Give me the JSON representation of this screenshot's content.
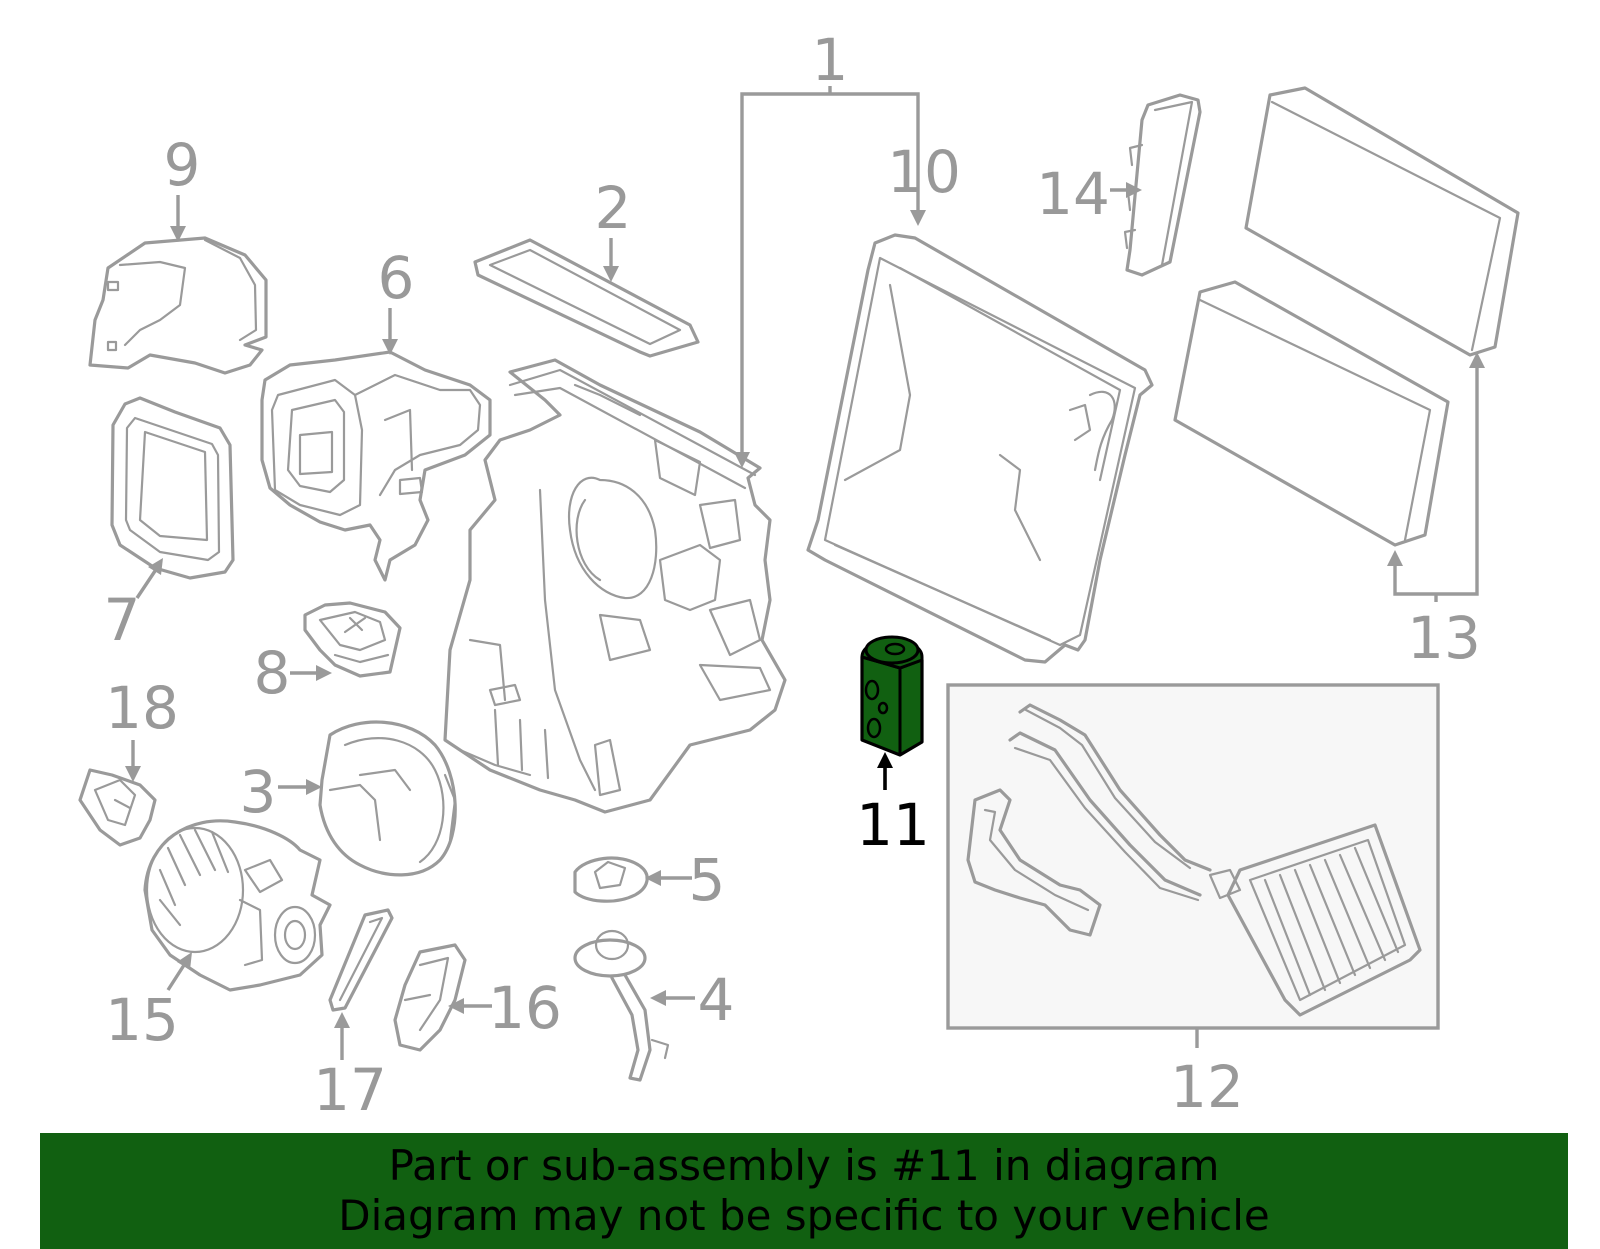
{
  "callouts": {
    "c1": "1",
    "c2": "2",
    "c3": "3",
    "c4": "4",
    "c5": "5",
    "c6": "6",
    "c7": "7",
    "c8": "8",
    "c9": "9",
    "c10": "10",
    "c11": "11",
    "c12": "12",
    "c13": "13",
    "c14": "14",
    "c15": "15",
    "c16": "16",
    "c17": "17",
    "c18": "18"
  },
  "highlighted_part": "11",
  "banner": {
    "line1": "Part or sub-assembly is #11 in diagram",
    "line2": "Diagram may not be specific to your vehicle"
  },
  "colors": {
    "highlight_green": "#116011",
    "part_lines": "#9a9a9a",
    "banner_text": "#000000"
  }
}
